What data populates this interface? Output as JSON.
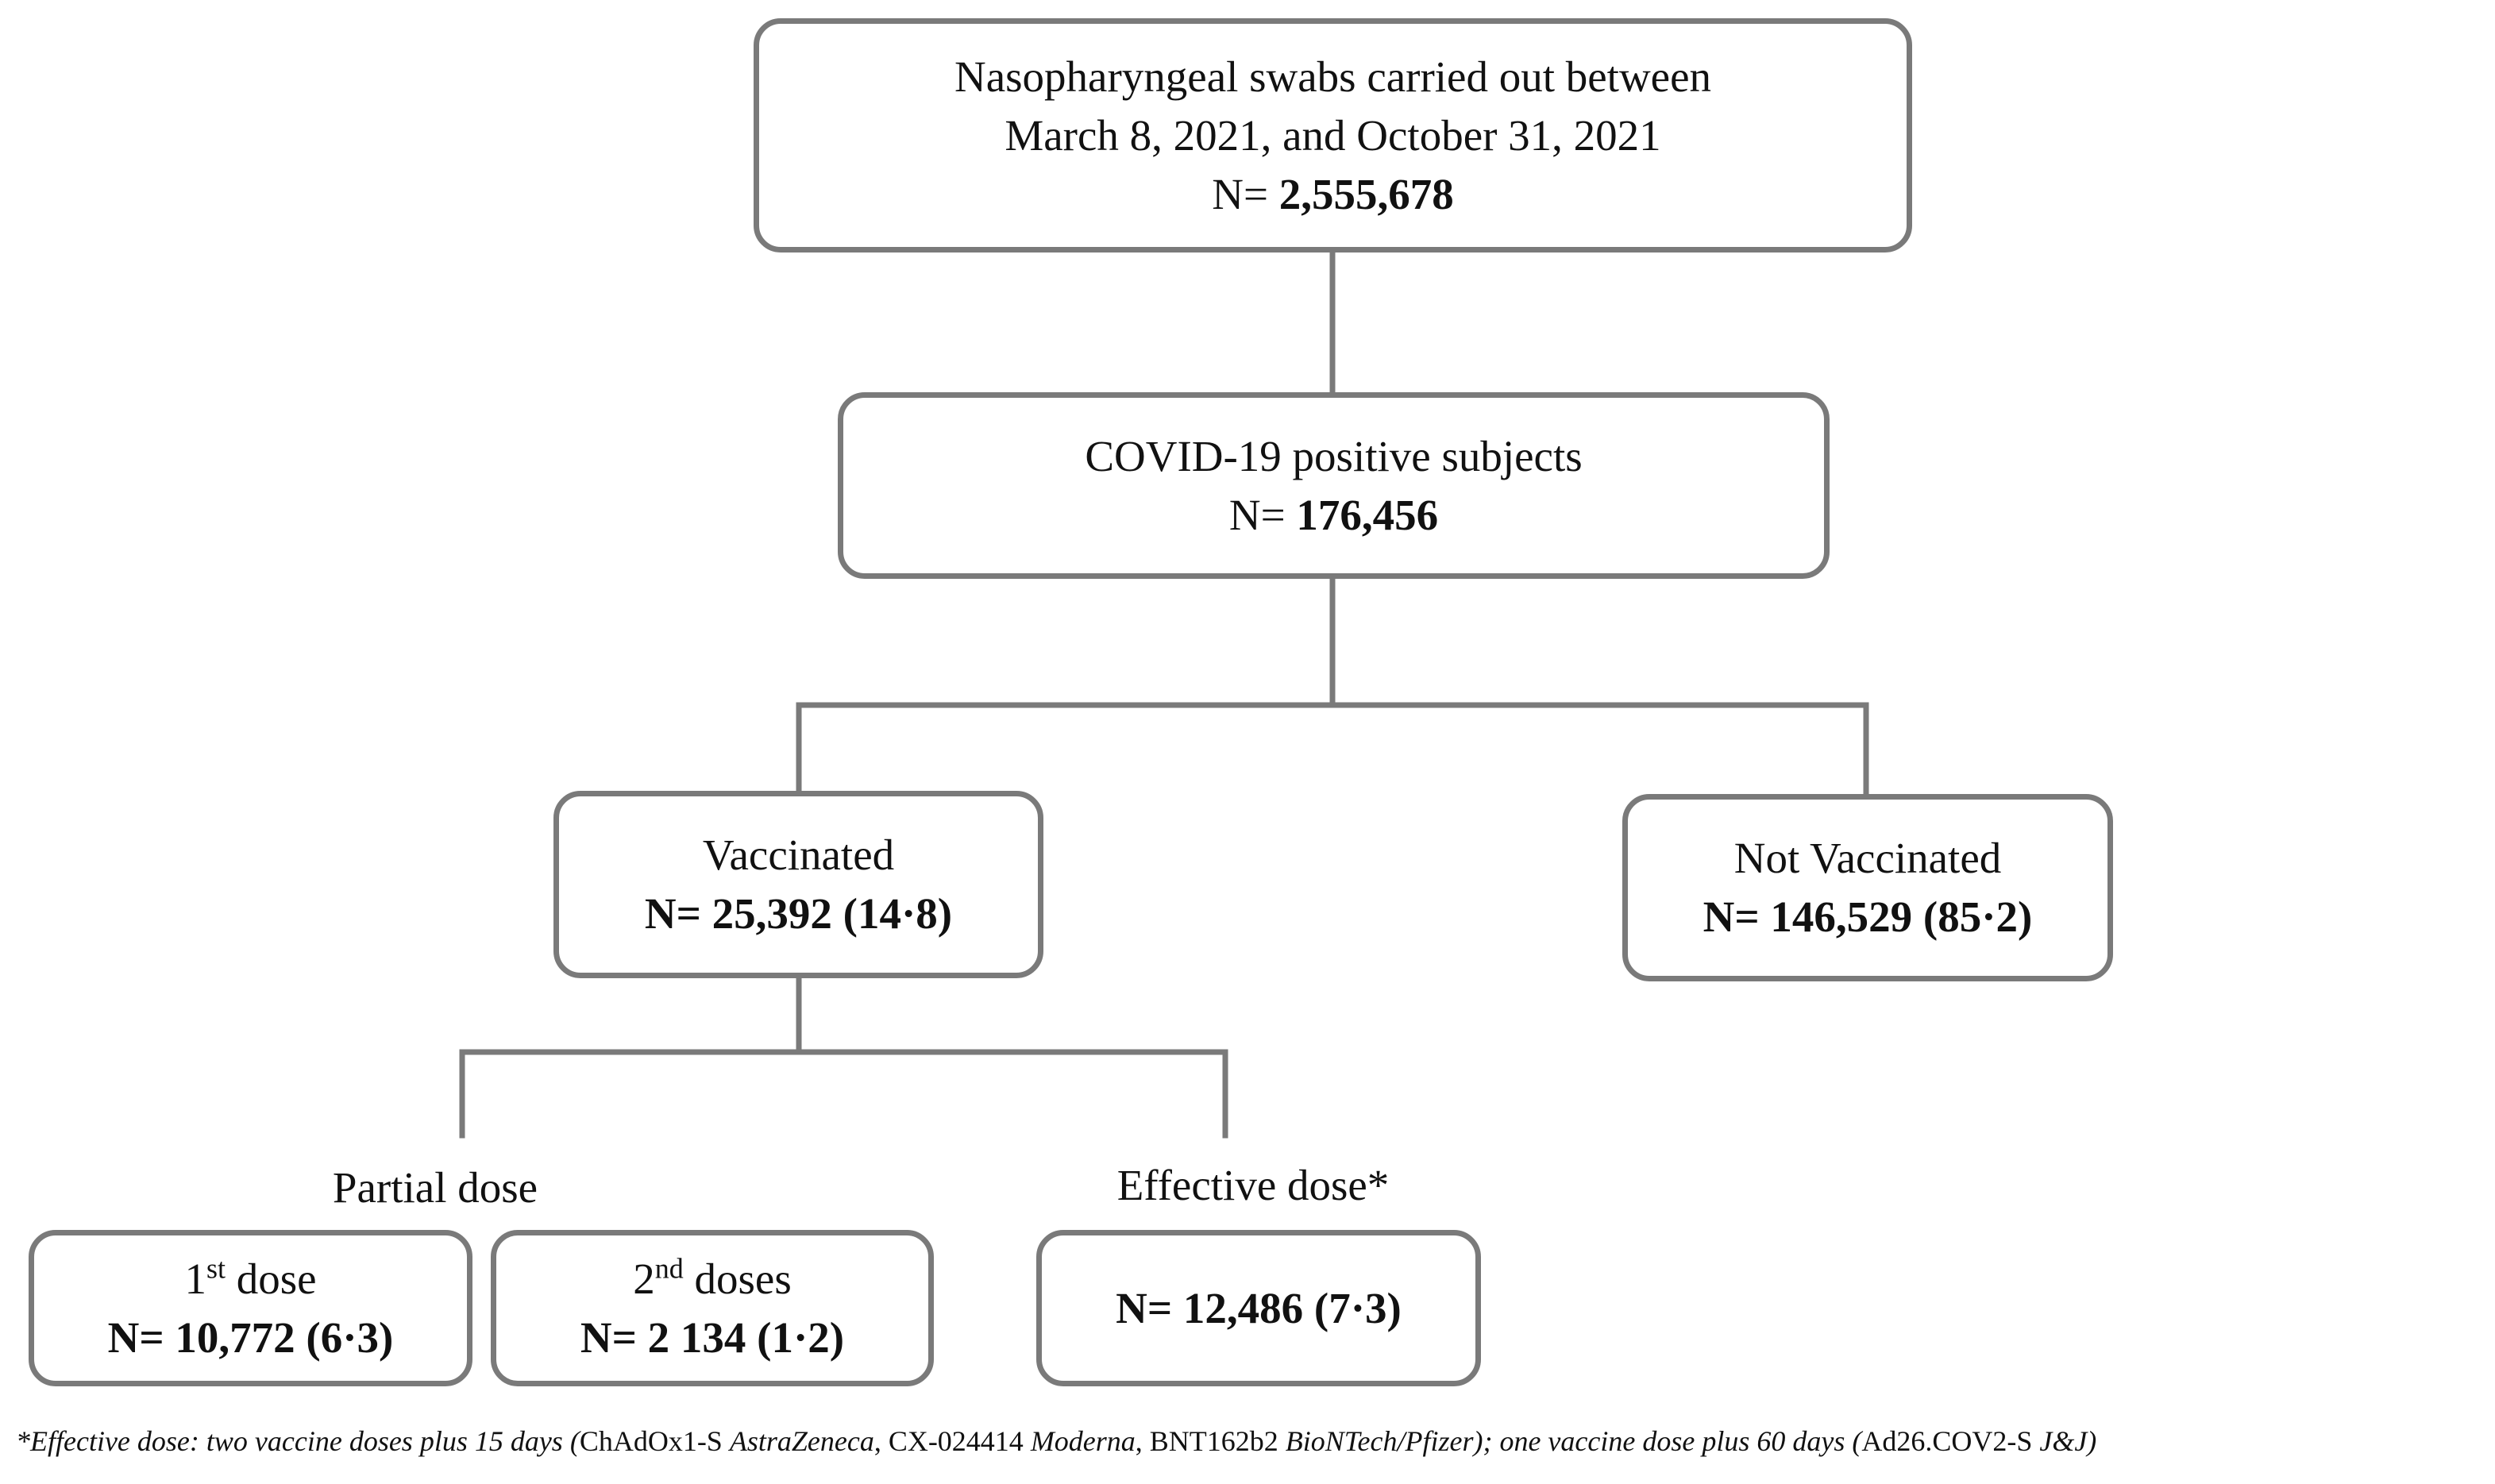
{
  "colors": {
    "border": "#7a7a7a",
    "text": "#111111",
    "background": "#ffffff"
  },
  "nodes": {
    "swabs": {
      "line1": "Nasopharyngeal  swabs carried out between",
      "line2": "March 8, 2021, and October 31, 2021",
      "n_prefix": "N= ",
      "n_value": "2,555,678"
    },
    "positive": {
      "line1": "COVID-19  positive  subjects",
      "n_prefix": "N= ",
      "n_value": "176,456"
    },
    "vaccinated": {
      "label": "Vaccinated",
      "n": "N= 25,392 (14·8)"
    },
    "not_vaccinated": {
      "label": "Not Vaccinated",
      "n": "N= 146,529 (85·2)"
    },
    "first_dose": {
      "ordinal": "1",
      "suffix": "st",
      "label": " dose",
      "n": "N= 10,772 (6·3)"
    },
    "second_dose": {
      "ordinal": "2",
      "suffix": "nd",
      "label": " doses",
      "n": "N= 2 134 (1·2)"
    },
    "effective": {
      "n": "N= 12,486 (7·3)"
    }
  },
  "group_labels": {
    "partial": "Partial dose",
    "effective": "Effective dose*"
  },
  "footnote": {
    "p1": "*Effective dose: two vaccine doses plus 15 days (",
    "p2": "ChAdOx1-S ",
    "p3": "AstraZeneca",
    "p4": ", CX-024414 ",
    "p5": " Moderna",
    "p6": ", BNT162b2 ",
    "p7": " BioNTech/Pfizer); one vaccine dose plus 60 days (",
    "p8": "Ad26.COV2-S ",
    "p9": "J&J)"
  }
}
